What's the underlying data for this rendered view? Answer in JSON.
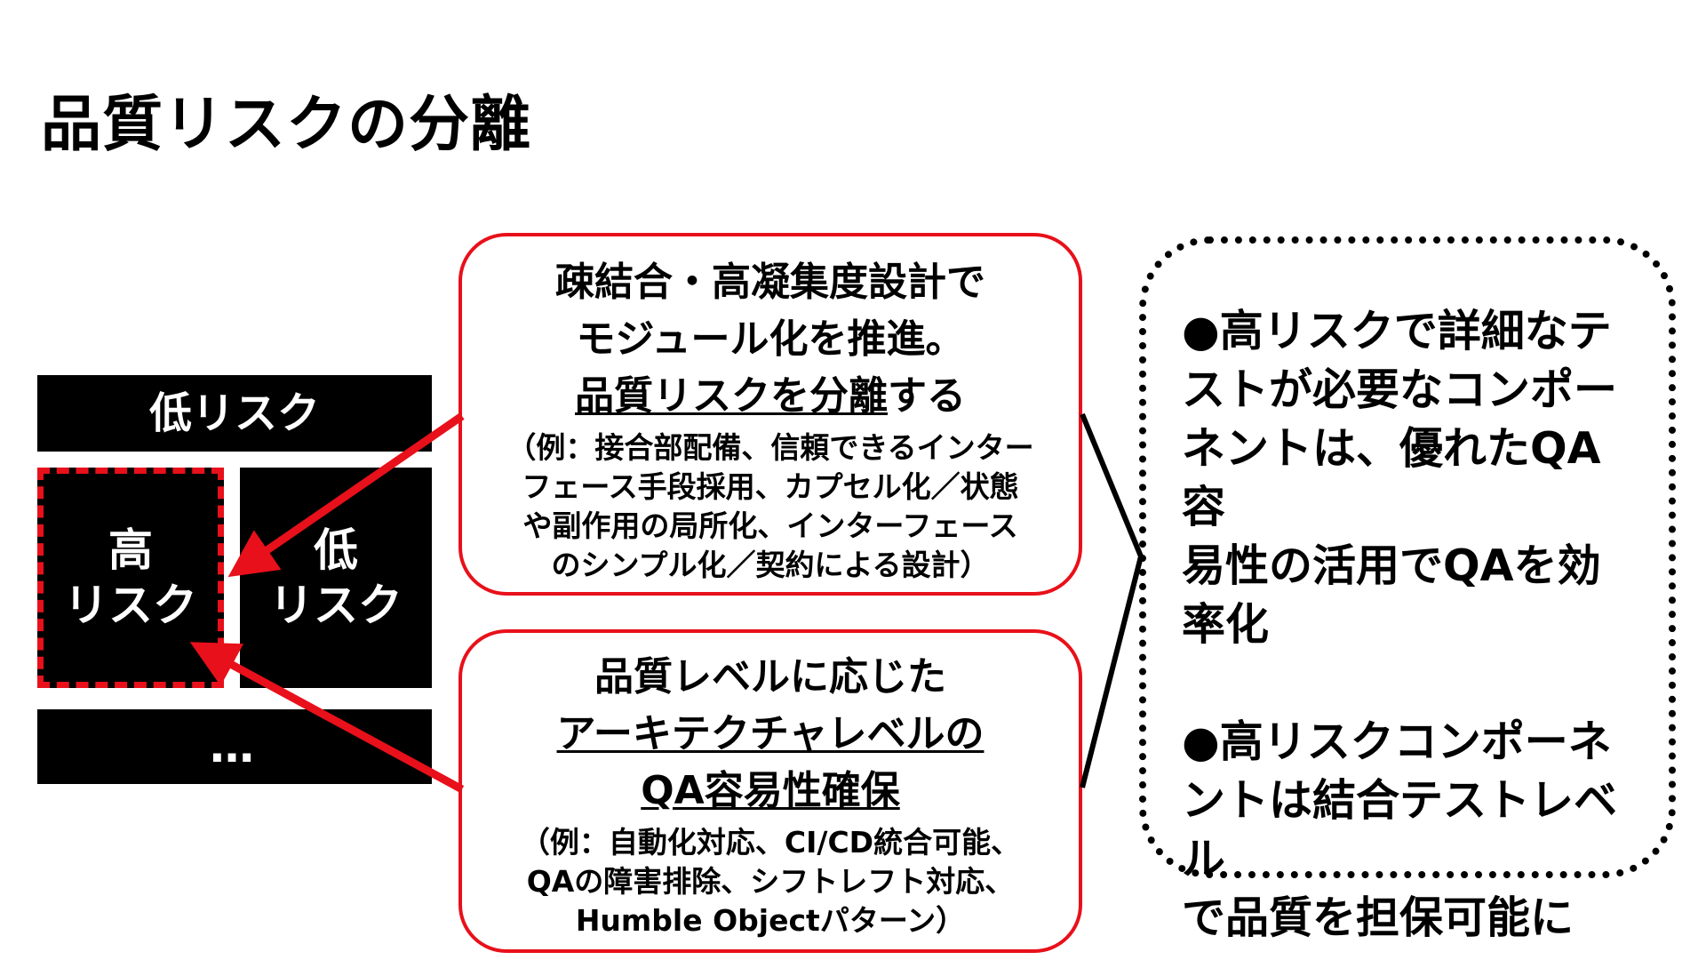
{
  "title": "品質リスクの分離",
  "blocks": {
    "top": "低リスク",
    "high_line1": "高",
    "high_line2": "リスク",
    "low_line1": "低",
    "low_line2": "リスク",
    "dots": "…"
  },
  "callout1": {
    "line1": "疎結合・高凝集度設計で",
    "line2": "モジュール化を推進。",
    "line3_underlined": "品質リスクを分離",
    "line3_rest": "する",
    "sub1": "（例：接合部配備、信頼できるインター",
    "sub2": "フェース手段採用、カプセル化／状態",
    "sub3": "や副作用の局所化、インターフェース",
    "sub4": "のシンプル化／契約による設計）"
  },
  "callout2": {
    "line1": "品質レベルに応じた",
    "line2_underlined": "アーキテクチャレベルの",
    "line3_underlined": "QA容易性確保",
    "sub1": "（例：自動化対応、CI/CD統合可能、",
    "sub2": "QAの障害排除、シフトレフト対応、",
    "sub3": "Humble Objectパターン）"
  },
  "panel": {
    "item1_l1": "●高リスクで詳細なテ",
    "item1_l2": "ストが必要なコンポー",
    "item1_l3": "ネントは、優れたQA容",
    "item1_l4": "易性の活用でQAを効",
    "item1_l5": "率化",
    "item2_l1": "●高リスクコンポーネ",
    "item2_l2": "ントは結合テストレベル",
    "item2_l3": "で品質を担保可能に"
  },
  "colors": {
    "accent_red": "#e8101a",
    "block_black": "#000000"
  }
}
